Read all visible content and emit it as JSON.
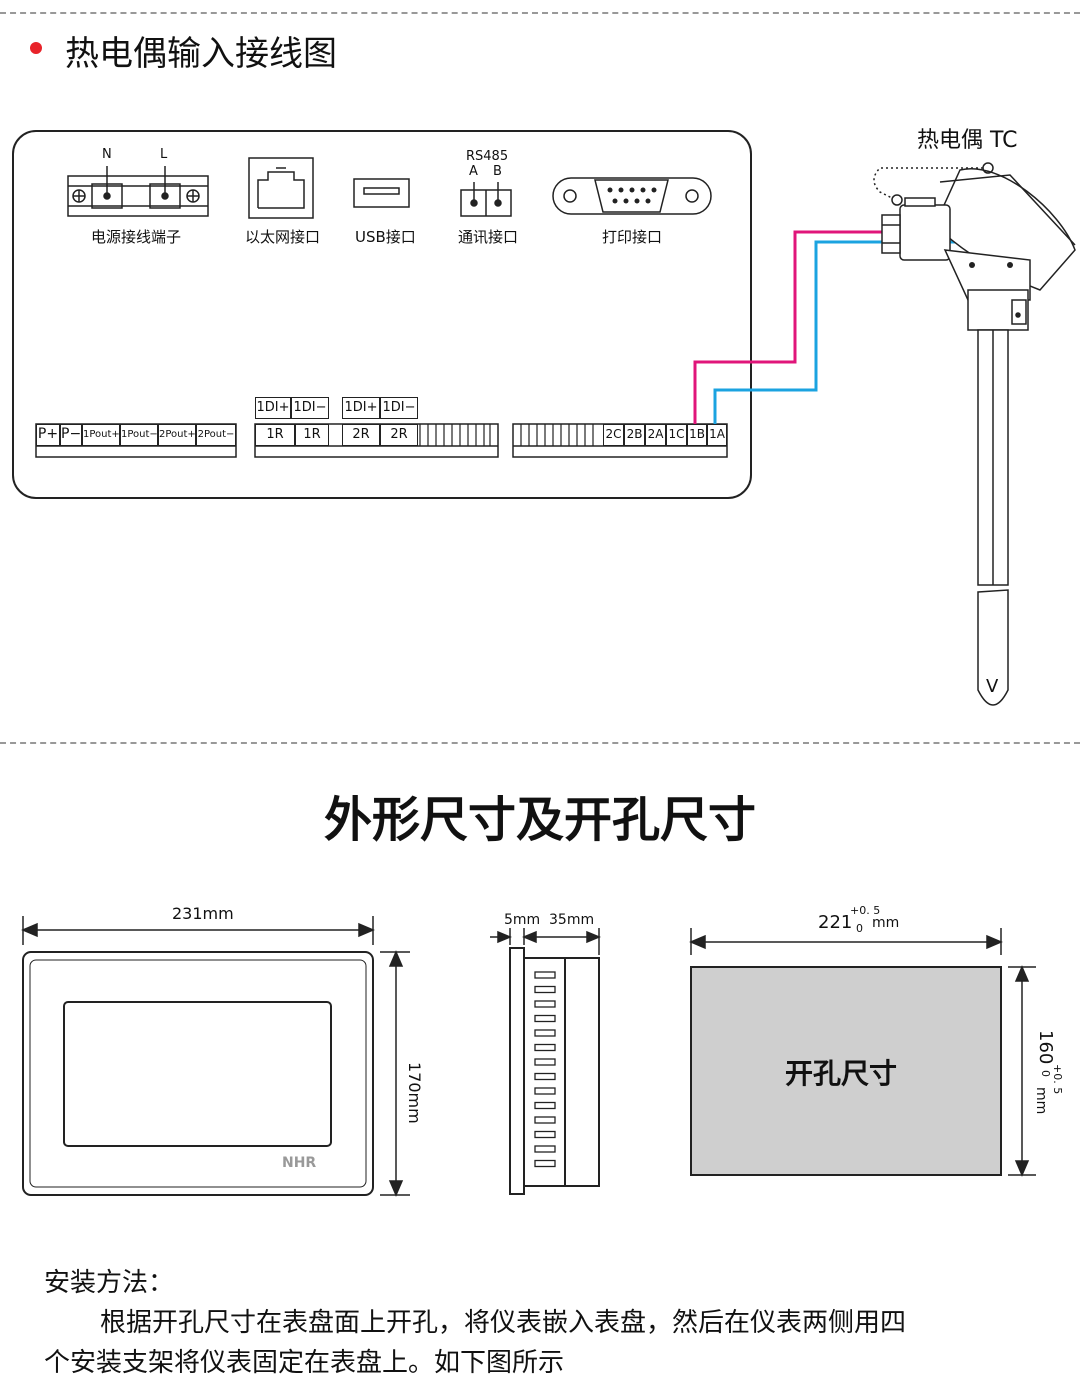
{
  "section1": {
    "title": "热电偶输入接线图"
  },
  "panel": {
    "power": {
      "n": "N",
      "l": "L",
      "label": "电源接线端子"
    },
    "ethernet": {
      "label": "以太网接口"
    },
    "usb": {
      "label": "USB接口"
    },
    "comm": {
      "protocol": "RS485",
      "a": "A",
      "b": "B",
      "label": "通讯接口"
    },
    "print": {
      "label": "打印接口"
    },
    "di_labels": [
      "1DI+",
      "1DI−",
      "1DI+",
      "1DI−"
    ],
    "block1": [
      "P+",
      "P−",
      "1Pout+",
      "1Pout−",
      "2Pout+",
      "2Pout−"
    ],
    "block2": [
      "1R",
      "1R",
      "2R",
      "2R"
    ],
    "block3": [
      "2C",
      "2B",
      "2A",
      "1C",
      "1B",
      "1A"
    ]
  },
  "thermocouple": {
    "label": "热电偶 TC",
    "tip": "V"
  },
  "section2": {
    "title": "外形尺寸及开孔尺寸"
  },
  "dims": {
    "front_width": "231mm",
    "front_height": "170mm",
    "brand": "NHR",
    "side_thickness": "5mm",
    "side_depth": "35mm",
    "cutout_width": "221",
    "cutout_width_tol_upper": "+0. 5",
    "cutout_width_tol_lower": "0",
    "cutout_width_unit": "mm",
    "cutout_height": "160",
    "cutout_height_tol_upper": "+0. 5",
    "cutout_height_tol_lower": "0",
    "cutout_height_unit": "mm",
    "cutout_label": "开孔尺寸"
  },
  "install": {
    "heading": "安装方法：",
    "line1": "根据开孔尺寸在表盘面上开孔，将仪表嵌入表盘，然后在仪表两侧用四",
    "line2": "个安装支架将仪表固定在表盘上。如下图所示"
  },
  "colors": {
    "wire_magenta": "#e0157a",
    "wire_blue": "#1ba3e0",
    "bullet": "#e8232a",
    "cutout_fill": "#cfcfcf"
  }
}
